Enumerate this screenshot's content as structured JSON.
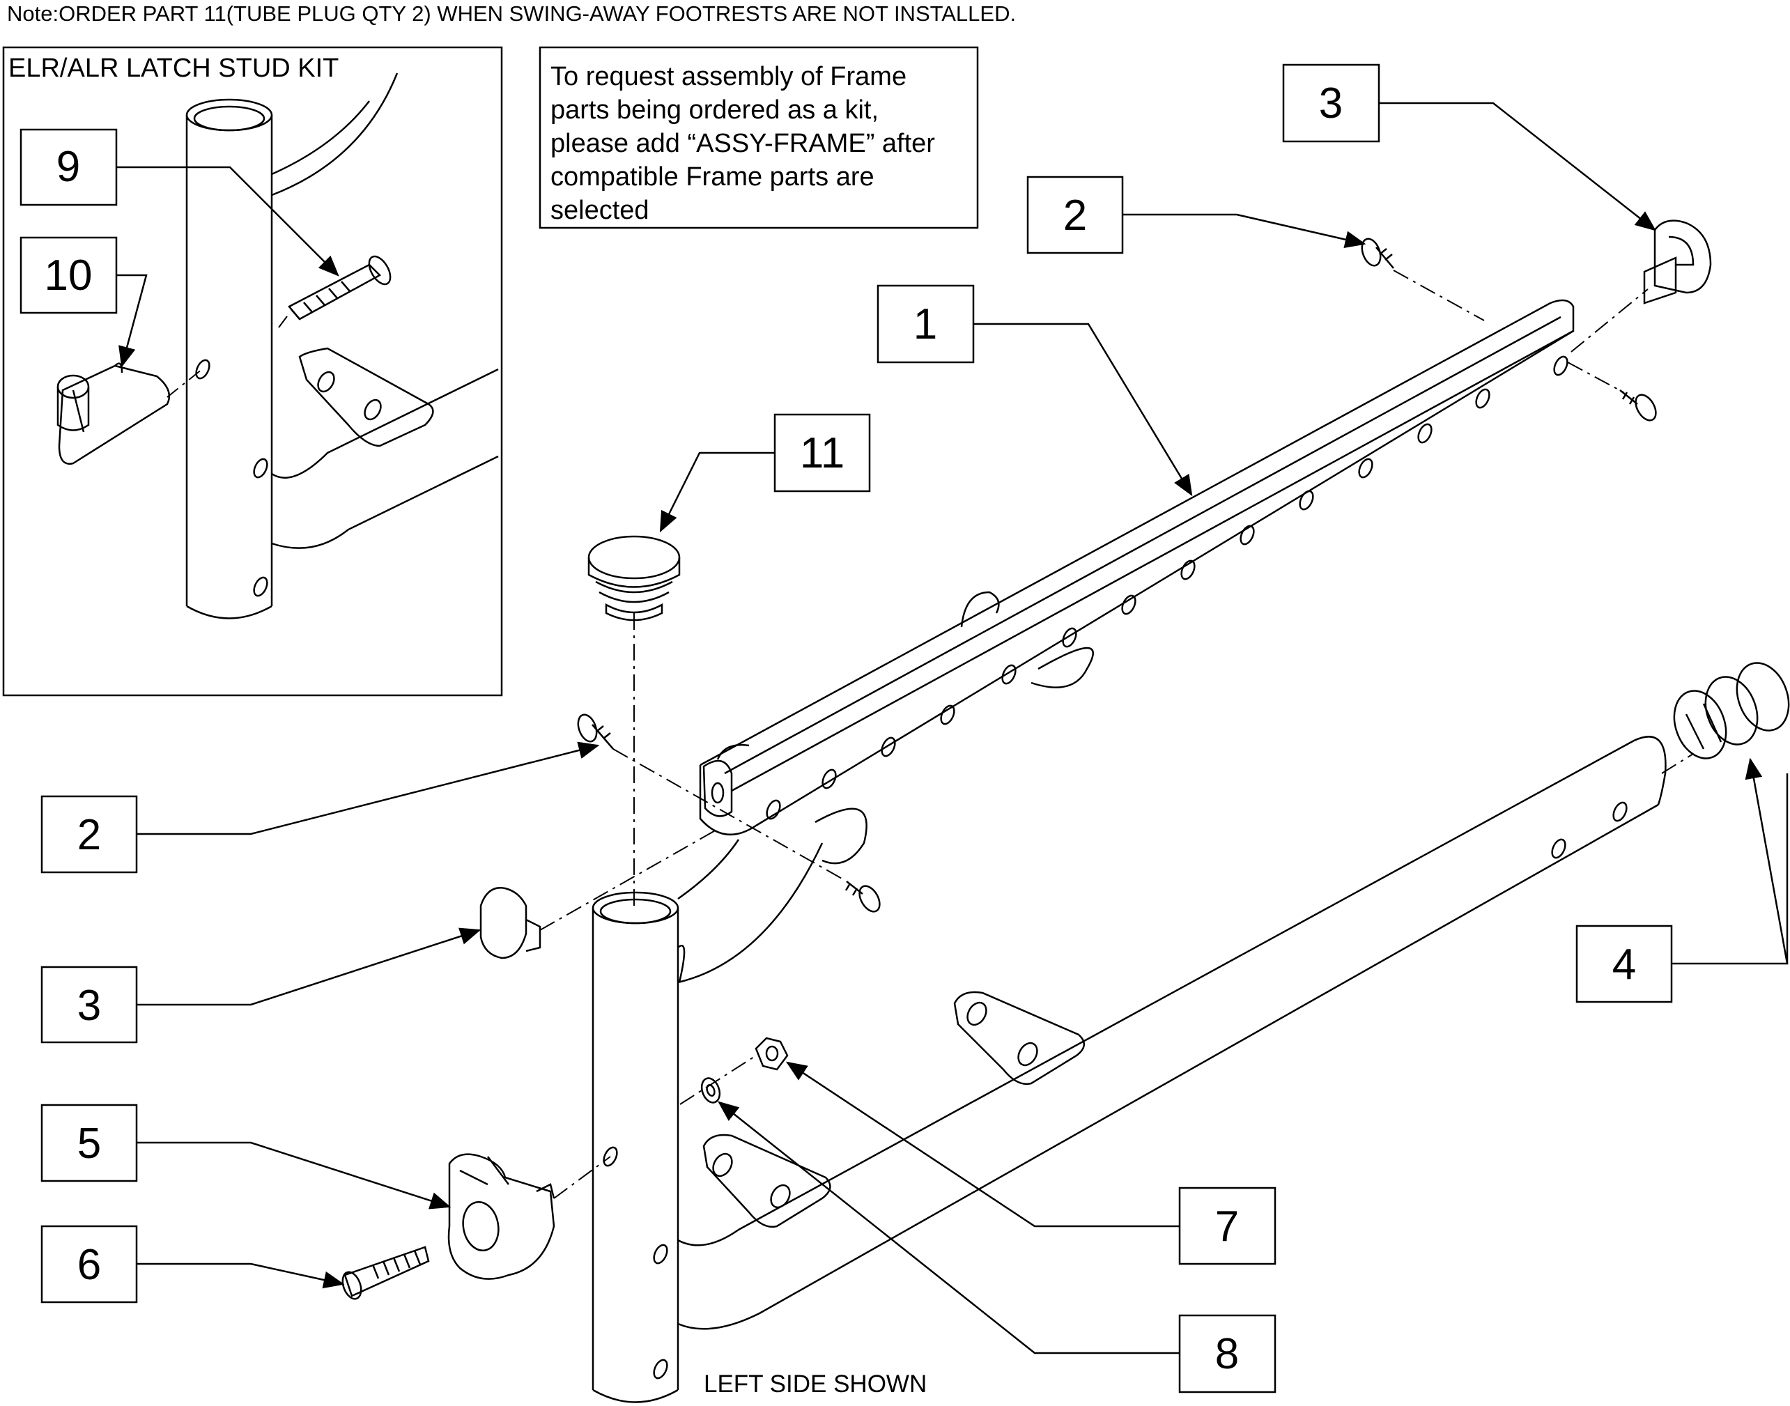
{
  "note": "Note:ORDER PART 11(TUBE PLUG QTY 2) WHEN SWING-AWAY FOOTRESTS ARE NOT INSTALLED.",
  "inset": {
    "title": "ELR/ALR LATCH STUD KIT"
  },
  "kit_note": {
    "lines": [
      "To request assembly of Frame",
      "parts being ordered as a kit,",
      "please add “ASSY-FRAME” after",
      "compatible Frame parts are",
      "selected"
    ]
  },
  "callouts": {
    "c1": "1",
    "c2_top": "2",
    "c2_left": "2",
    "c3_top": "3",
    "c3_left": "3",
    "c4": "4",
    "c5": "5",
    "c6": "6",
    "c7": "7",
    "c8": "8",
    "c9": "9",
    "c10": "10",
    "c11": "11"
  },
  "caption": "LEFT SIDE SHOWN"
}
